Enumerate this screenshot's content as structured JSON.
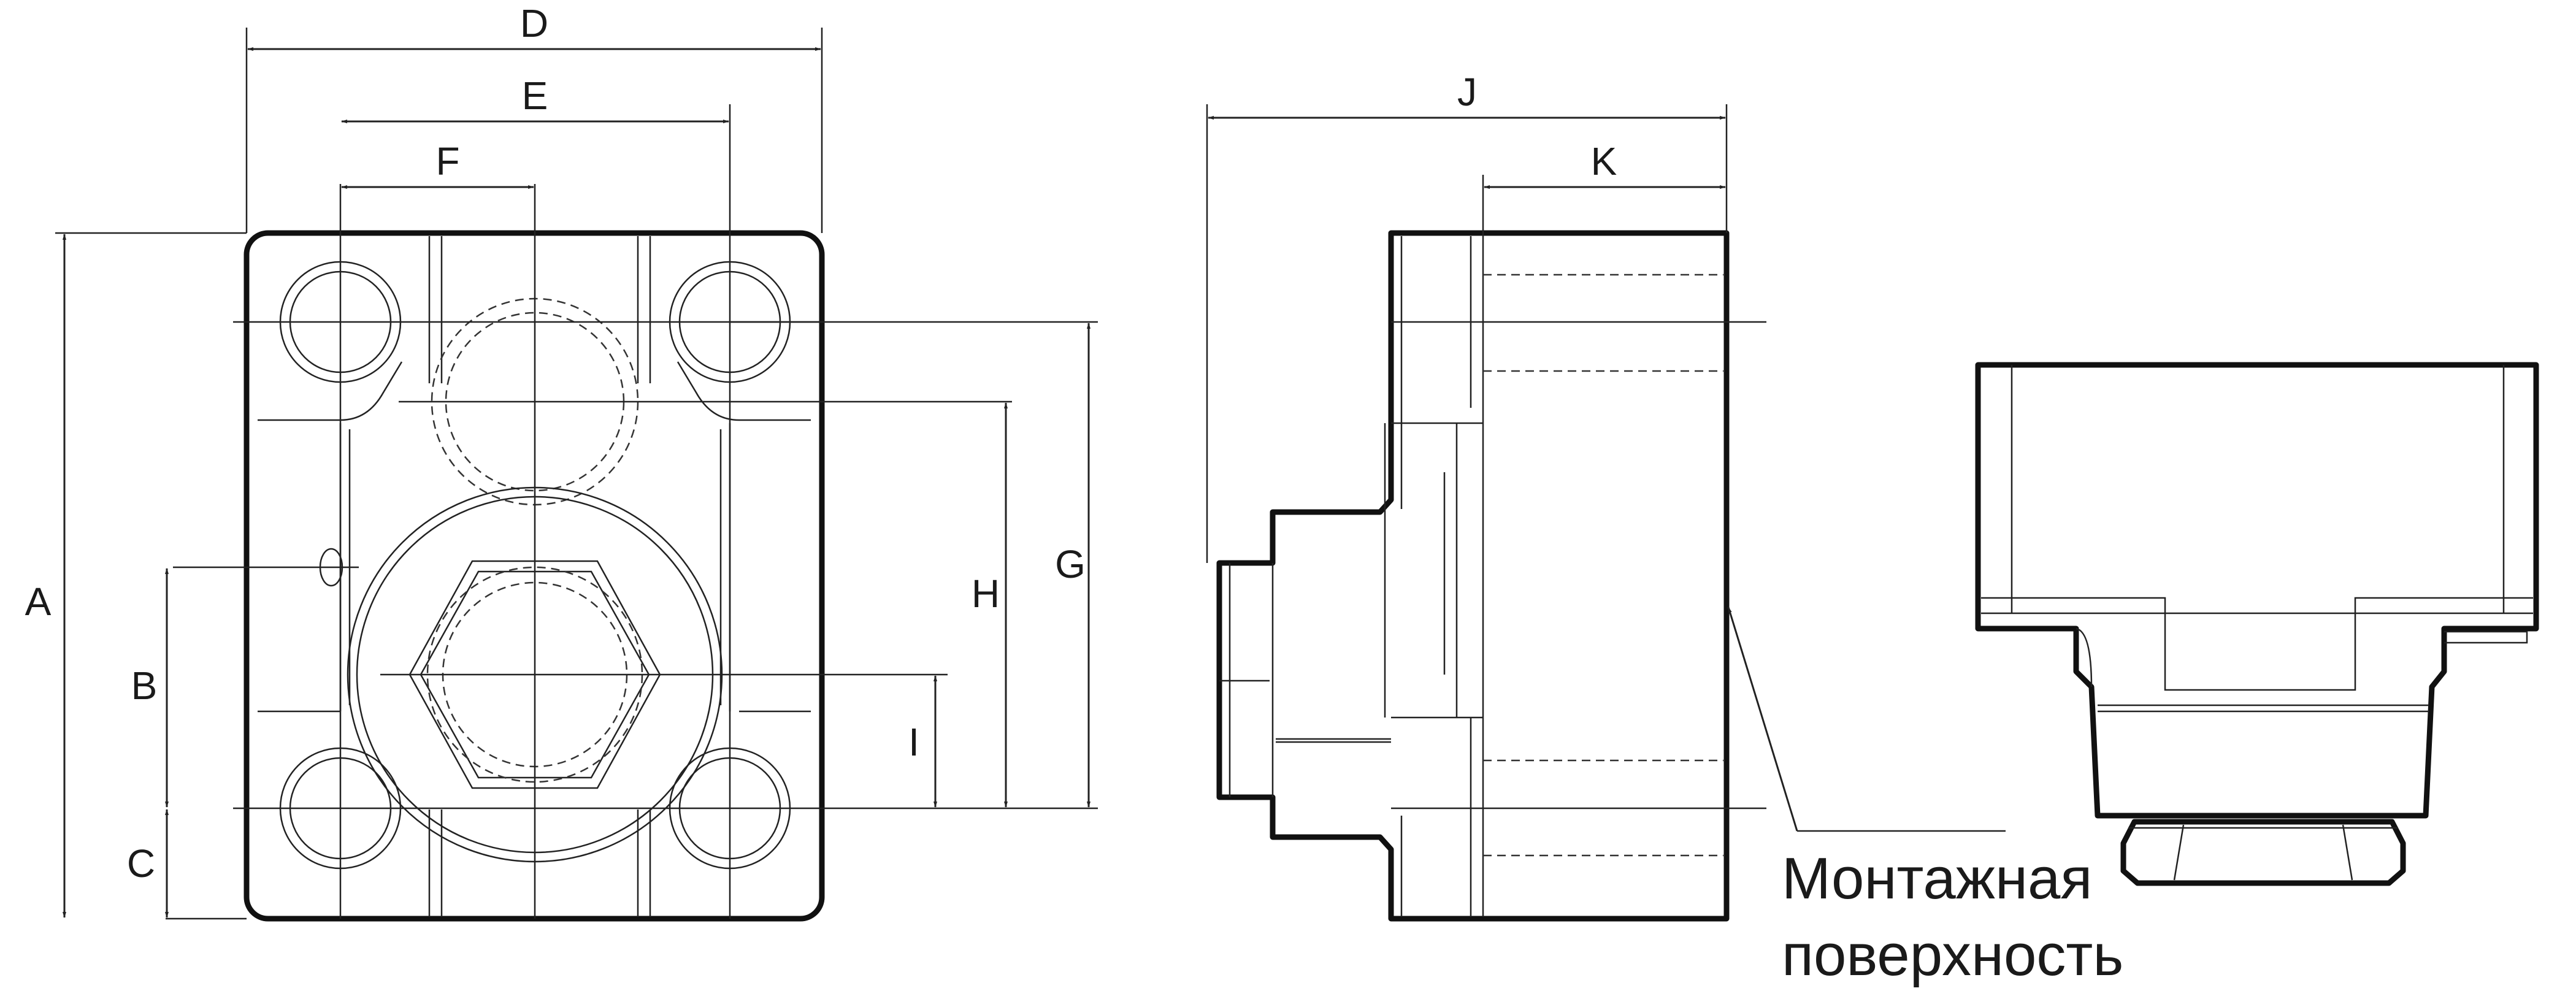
{
  "dimension_labels": {
    "A": "A",
    "B": "B",
    "C": "C",
    "D": "D",
    "E": "E",
    "F": "F",
    "G": "G",
    "H": "H",
    "I": "I",
    "J": "J",
    "K": "K"
  },
  "mounting_surface_note": {
    "line1": "Монтажная",
    "line2": "поверхность"
  }
}
